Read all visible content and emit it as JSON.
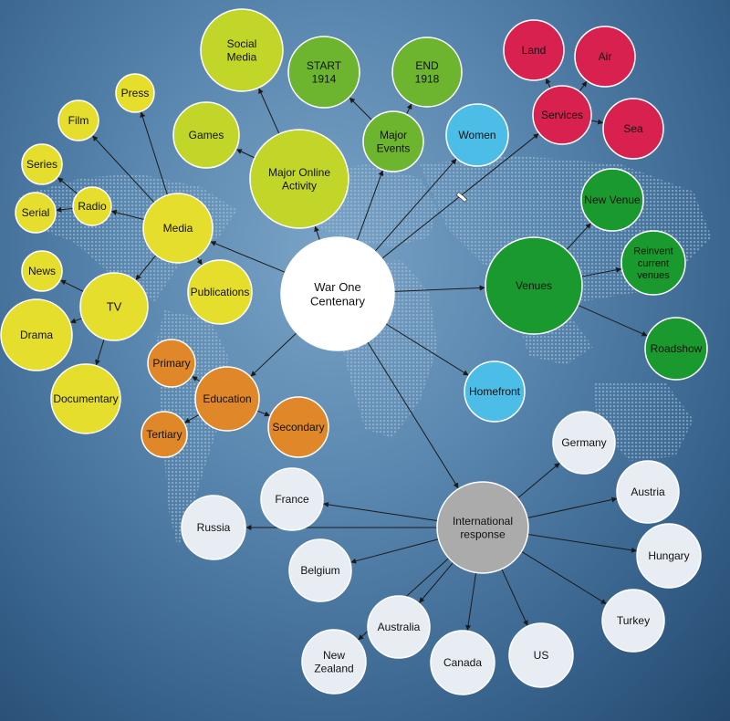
{
  "diagram": {
    "center": {
      "label": [
        "War One",
        "Centenary"
      ],
      "color": "#ffffff"
    },
    "colors": {
      "media": "#e6de2c",
      "online": "#c2d62a",
      "events": "#6db52f",
      "services": "#d9214f",
      "women": "#4bbde6",
      "venues": "#1a9a2e",
      "education": "#e0872a",
      "international": "#ababab",
      "country": "#e8edf3"
    },
    "nodes": {
      "social_media": [
        "Social",
        "Media"
      ],
      "start_1914": [
        "START",
        "1914"
      ],
      "end_1918": [
        "END",
        "1918"
      ],
      "land": [
        "Land"
      ],
      "air": [
        "Air"
      ],
      "sea": [
        "Sea"
      ],
      "services": [
        "Services"
      ],
      "press": [
        "Press"
      ],
      "film": [
        "Film"
      ],
      "games": [
        "Games"
      ],
      "major_online_activity": [
        "Major Online",
        "Activity"
      ],
      "major_events": [
        "Major",
        "Events"
      ],
      "women": [
        "Women"
      ],
      "series": [
        "Series"
      ],
      "radio": [
        "Radio"
      ],
      "serial": [
        "Serial"
      ],
      "media": [
        "Media"
      ],
      "new_venue": [
        "New Venue"
      ],
      "news": [
        "News"
      ],
      "reinvent": [
        "Reinvent",
        "current",
        "venues"
      ],
      "venues": [
        "Venues"
      ],
      "tv": [
        "TV"
      ],
      "publications": [
        "Publications"
      ],
      "drama": [
        "Drama"
      ],
      "roadshow": [
        "Roadshow"
      ],
      "primary": [
        "Primary"
      ],
      "education": [
        "Education"
      ],
      "homefront": [
        "Homefront"
      ],
      "documentary": [
        "Documentary"
      ],
      "tertiary": [
        "Tertiary"
      ],
      "secondary": [
        "Secondary"
      ],
      "germany": [
        "Germany"
      ],
      "austria": [
        "Austria"
      ],
      "france": [
        "France"
      ],
      "international_response": [
        "International",
        "response"
      ],
      "russia": [
        "Russia"
      ],
      "hungary": [
        "Hungary"
      ],
      "belgium": [
        "Belgium"
      ],
      "turkey": [
        "Turkey"
      ],
      "australia": [
        "Australia"
      ],
      "new_zealand": [
        "New",
        "Zealand"
      ],
      "canada": [
        "Canada"
      ],
      "us": [
        "US"
      ]
    }
  }
}
